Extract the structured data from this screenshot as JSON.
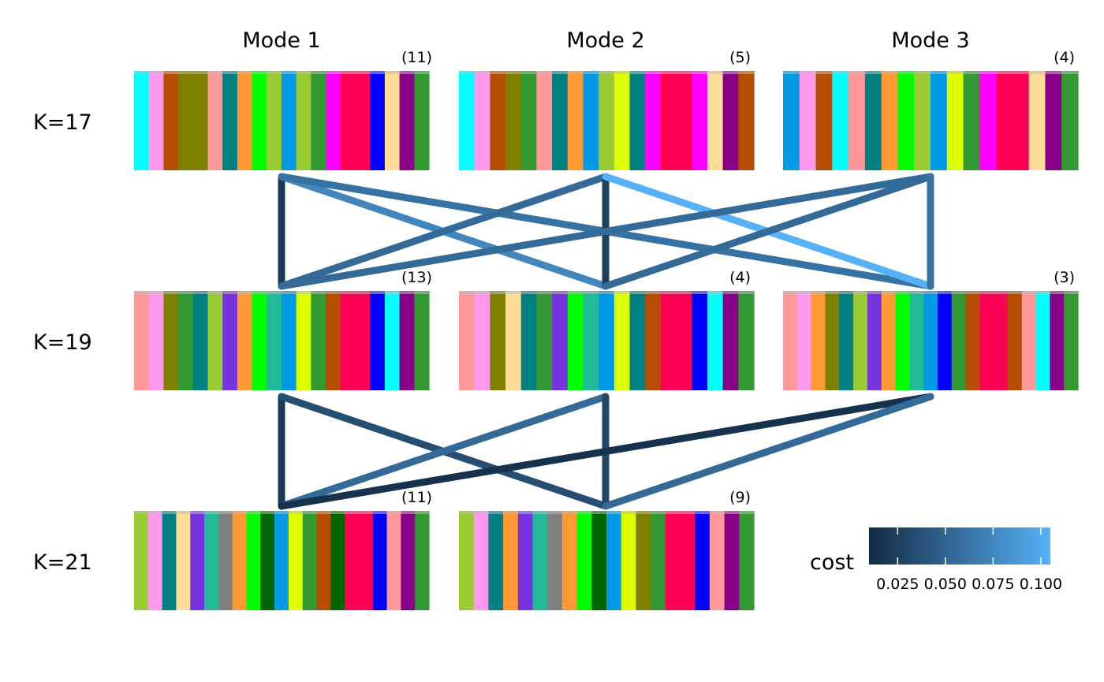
{
  "modes": [
    {
      "label": "Mode 1"
    },
    {
      "label": "Mode 2"
    },
    {
      "label": "Mode 3"
    }
  ],
  "rows": [
    {
      "label": "K=17",
      "cells": [
        {
          "mode": 0,
          "count": "(11)",
          "bands": [
            "#00FFFF",
            "#FF99EE",
            "#B54E00",
            "#808000",
            "#808000",
            "#FF9999",
            "#008080",
            "#FF9933",
            "#00FF00",
            "#99CC33",
            "#0099E6",
            "#99CC33",
            "#339933",
            "#FF00FF",
            "#FF0055",
            "#FF0055",
            "#0000FF",
            "#FFDD99",
            "#880088",
            "#339933"
          ]
        },
        {
          "mode": 1,
          "count": "(5)",
          "bands": [
            "#00FFFF",
            "#FF99EE",
            "#B54E00",
            "#808000",
            "#339933",
            "#FF9999",
            "#008080",
            "#FF9933",
            "#0099E6",
            "#99CC33",
            "#DDFF00",
            "#008080",
            "#FF00FF",
            "#FF0055",
            "#FF0055",
            "#FF00FF",
            "#FFDD99",
            "#880088",
            "#B54E00"
          ]
        },
        {
          "mode": 2,
          "count": "(4)",
          "bands": [
            "#0099E6",
            "#FF99EE",
            "#B54E00",
            "#00FFFF",
            "#FF9999",
            "#008080",
            "#FF9933",
            "#00FF00",
            "#99CC33",
            "#0099E6",
            "#DDFF00",
            "#339933",
            "#FF00FF",
            "#FF0055",
            "#FF0055",
            "#FFDD99",
            "#880088",
            "#339933"
          ]
        }
      ]
    },
    {
      "label": "K=19",
      "cells": [
        {
          "mode": 0,
          "count": "(13)",
          "bands": [
            "#FF9999",
            "#FF99EE",
            "#808000",
            "#339933",
            "#008080",
            "#99CC33",
            "#7733DD",
            "#FF9933",
            "#00FF00",
            "#22BB99",
            "#0099E6",
            "#DDFF00",
            "#339933",
            "#B54E00",
            "#FF0055",
            "#FF0055",
            "#0000FF",
            "#00FFFF",
            "#880088",
            "#339933"
          ]
        },
        {
          "mode": 1,
          "count": "(4)",
          "bands": [
            "#FF9999",
            "#FF99EE",
            "#808000",
            "#FFDD99",
            "#008080",
            "#339933",
            "#7733DD",
            "#00FF00",
            "#22BB99",
            "#0099E6",
            "#DDFF00",
            "#008080",
            "#B54E00",
            "#FF0055",
            "#FF0055",
            "#0000FF",
            "#00FFFF",
            "#880088",
            "#339933"
          ]
        },
        {
          "mode": 2,
          "count": "(3)",
          "bands": [
            "#FF9999",
            "#FF99EE",
            "#FF9933",
            "#808000",
            "#008080",
            "#99CC33",
            "#7733DD",
            "#FF9933",
            "#00FF00",
            "#22BB99",
            "#0099E6",
            "#0000FF",
            "#339933",
            "#B54E00",
            "#FF0055",
            "#FF0055",
            "#B54E00",
            "#FF9999",
            "#00FFFF",
            "#880088",
            "#339933"
          ]
        }
      ]
    },
    {
      "label": "K=21",
      "cells": [
        {
          "mode": 0,
          "count": "(11)",
          "bands": [
            "#99CC33",
            "#FF99EE",
            "#008080",
            "#FFDD99",
            "#7733DD",
            "#22BB99",
            "#808080",
            "#FF9933",
            "#00FF00",
            "#006600",
            "#0099E6",
            "#DDFF00",
            "#339933",
            "#B54E00",
            "#006600",
            "#FF0055",
            "#FF0055",
            "#0000FF",
            "#FF9999",
            "#880088",
            "#339933"
          ]
        },
        {
          "mode": 1,
          "count": "(9)",
          "bands": [
            "#99CC33",
            "#FF99EE",
            "#008080",
            "#FF9933",
            "#7733DD",
            "#22BB99",
            "#808080",
            "#FF9933",
            "#00FF00",
            "#006600",
            "#0099E6",
            "#DDFF00",
            "#808000",
            "#339933",
            "#FF0055",
            "#FF0055",
            "#0000FF",
            "#FF9999",
            "#880088",
            "#339933"
          ]
        }
      ]
    }
  ],
  "connections": [
    {
      "from_row": 0,
      "from_mode": 0,
      "to_row": 1,
      "to_mode": 0,
      "cost": 0.02
    },
    {
      "from_row": 0,
      "from_mode": 0,
      "to_row": 1,
      "to_mode": 1,
      "cost": 0.075
    },
    {
      "from_row": 0,
      "from_mode": 0,
      "to_row": 1,
      "to_mode": 2,
      "cost": 0.06
    },
    {
      "from_row": 0,
      "from_mode": 1,
      "to_row": 1,
      "to_mode": 0,
      "cost": 0.055
    },
    {
      "from_row": 0,
      "from_mode": 1,
      "to_row": 1,
      "to_mode": 1,
      "cost": 0.025
    },
    {
      "from_row": 0,
      "from_mode": 1,
      "to_row": 1,
      "to_mode": 2,
      "cost": 0.105
    },
    {
      "from_row": 0,
      "from_mode": 2,
      "to_row": 1,
      "to_mode": 0,
      "cost": 0.055
    },
    {
      "from_row": 0,
      "from_mode": 2,
      "to_row": 1,
      "to_mode": 1,
      "cost": 0.055
    },
    {
      "from_row": 0,
      "from_mode": 2,
      "to_row": 1,
      "to_mode": 2,
      "cost": 0.06
    },
    {
      "from_row": 1,
      "from_mode": 0,
      "to_row": 2,
      "to_mode": 0,
      "cost": 0.02
    },
    {
      "from_row": 1,
      "from_mode": 0,
      "to_row": 2,
      "to_mode": 1,
      "cost": 0.035
    },
    {
      "from_row": 1,
      "from_mode": 1,
      "to_row": 2,
      "to_mode": 0,
      "cost": 0.055
    },
    {
      "from_row": 1,
      "from_mode": 1,
      "to_row": 2,
      "to_mode": 1,
      "cost": 0.03
    },
    {
      "from_row": 1,
      "from_mode": 2,
      "to_row": 2,
      "to_mode": 0,
      "cost": 0.015
    },
    {
      "from_row": 1,
      "from_mode": 2,
      "to_row": 2,
      "to_mode": 1,
      "cost": 0.055
    }
  ],
  "legend": {
    "title": "cost",
    "min": 0.01,
    "max": 0.105,
    "color_low": "#132B43",
    "color_high": "#56B1F7",
    "ticks": [
      {
        "value": 0.025,
        "label": "0.025"
      },
      {
        "value": 0.05,
        "label": "0.050"
      },
      {
        "value": 0.075,
        "label": "0.075"
      },
      {
        "value": 0.1,
        "label": "0.100"
      }
    ]
  }
}
